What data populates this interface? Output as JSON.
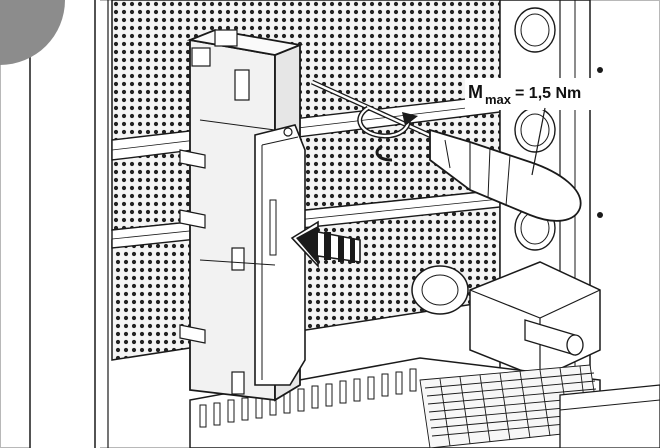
{
  "annotation": {
    "symbol": "M",
    "subscript": "max",
    "equals": "= 1,5 Nm"
  },
  "colors": {
    "line": "#1a1a1a",
    "panel": "#f2f2f2",
    "perforation": "#2a2a2a",
    "step_marker": "#8c8c8c",
    "border": "#b8b8b8"
  },
  "icons": [
    "rotation-arrow-icon",
    "push-arrow-icon",
    "step-marker-icon"
  ]
}
